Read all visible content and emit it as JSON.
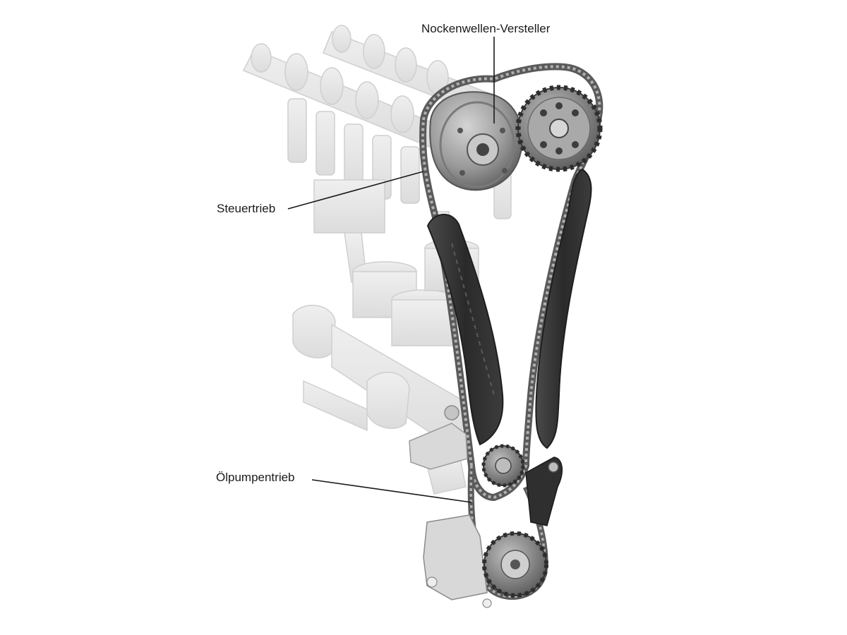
{
  "labels": {
    "camshaft_adjuster": "Nockenwellen-Versteller",
    "timing_drive": "Steuertrieb",
    "oil_pump_drive": "Ölpumpentrieb"
  },
  "colors": {
    "background": "#ffffff",
    "ghost_engine": "#e6e6e6",
    "ghost_outline": "#c9c9c9",
    "chain": "#6e6e6e",
    "guide_rail": "#2f2f2f",
    "sprocket": "#8a8a8a",
    "adjuster": "#a3a3a3",
    "leader_line": "#1a1a1a",
    "label_text": "#1a1a1a"
  },
  "icons": {
    "camshaft_adjuster": "camshaft-adjuster-icon",
    "exhaust_sprocket": "sprocket-icon",
    "crank_sprocket": "crank-sprocket-icon",
    "oil_pump": "oil-pump-icon"
  }
}
